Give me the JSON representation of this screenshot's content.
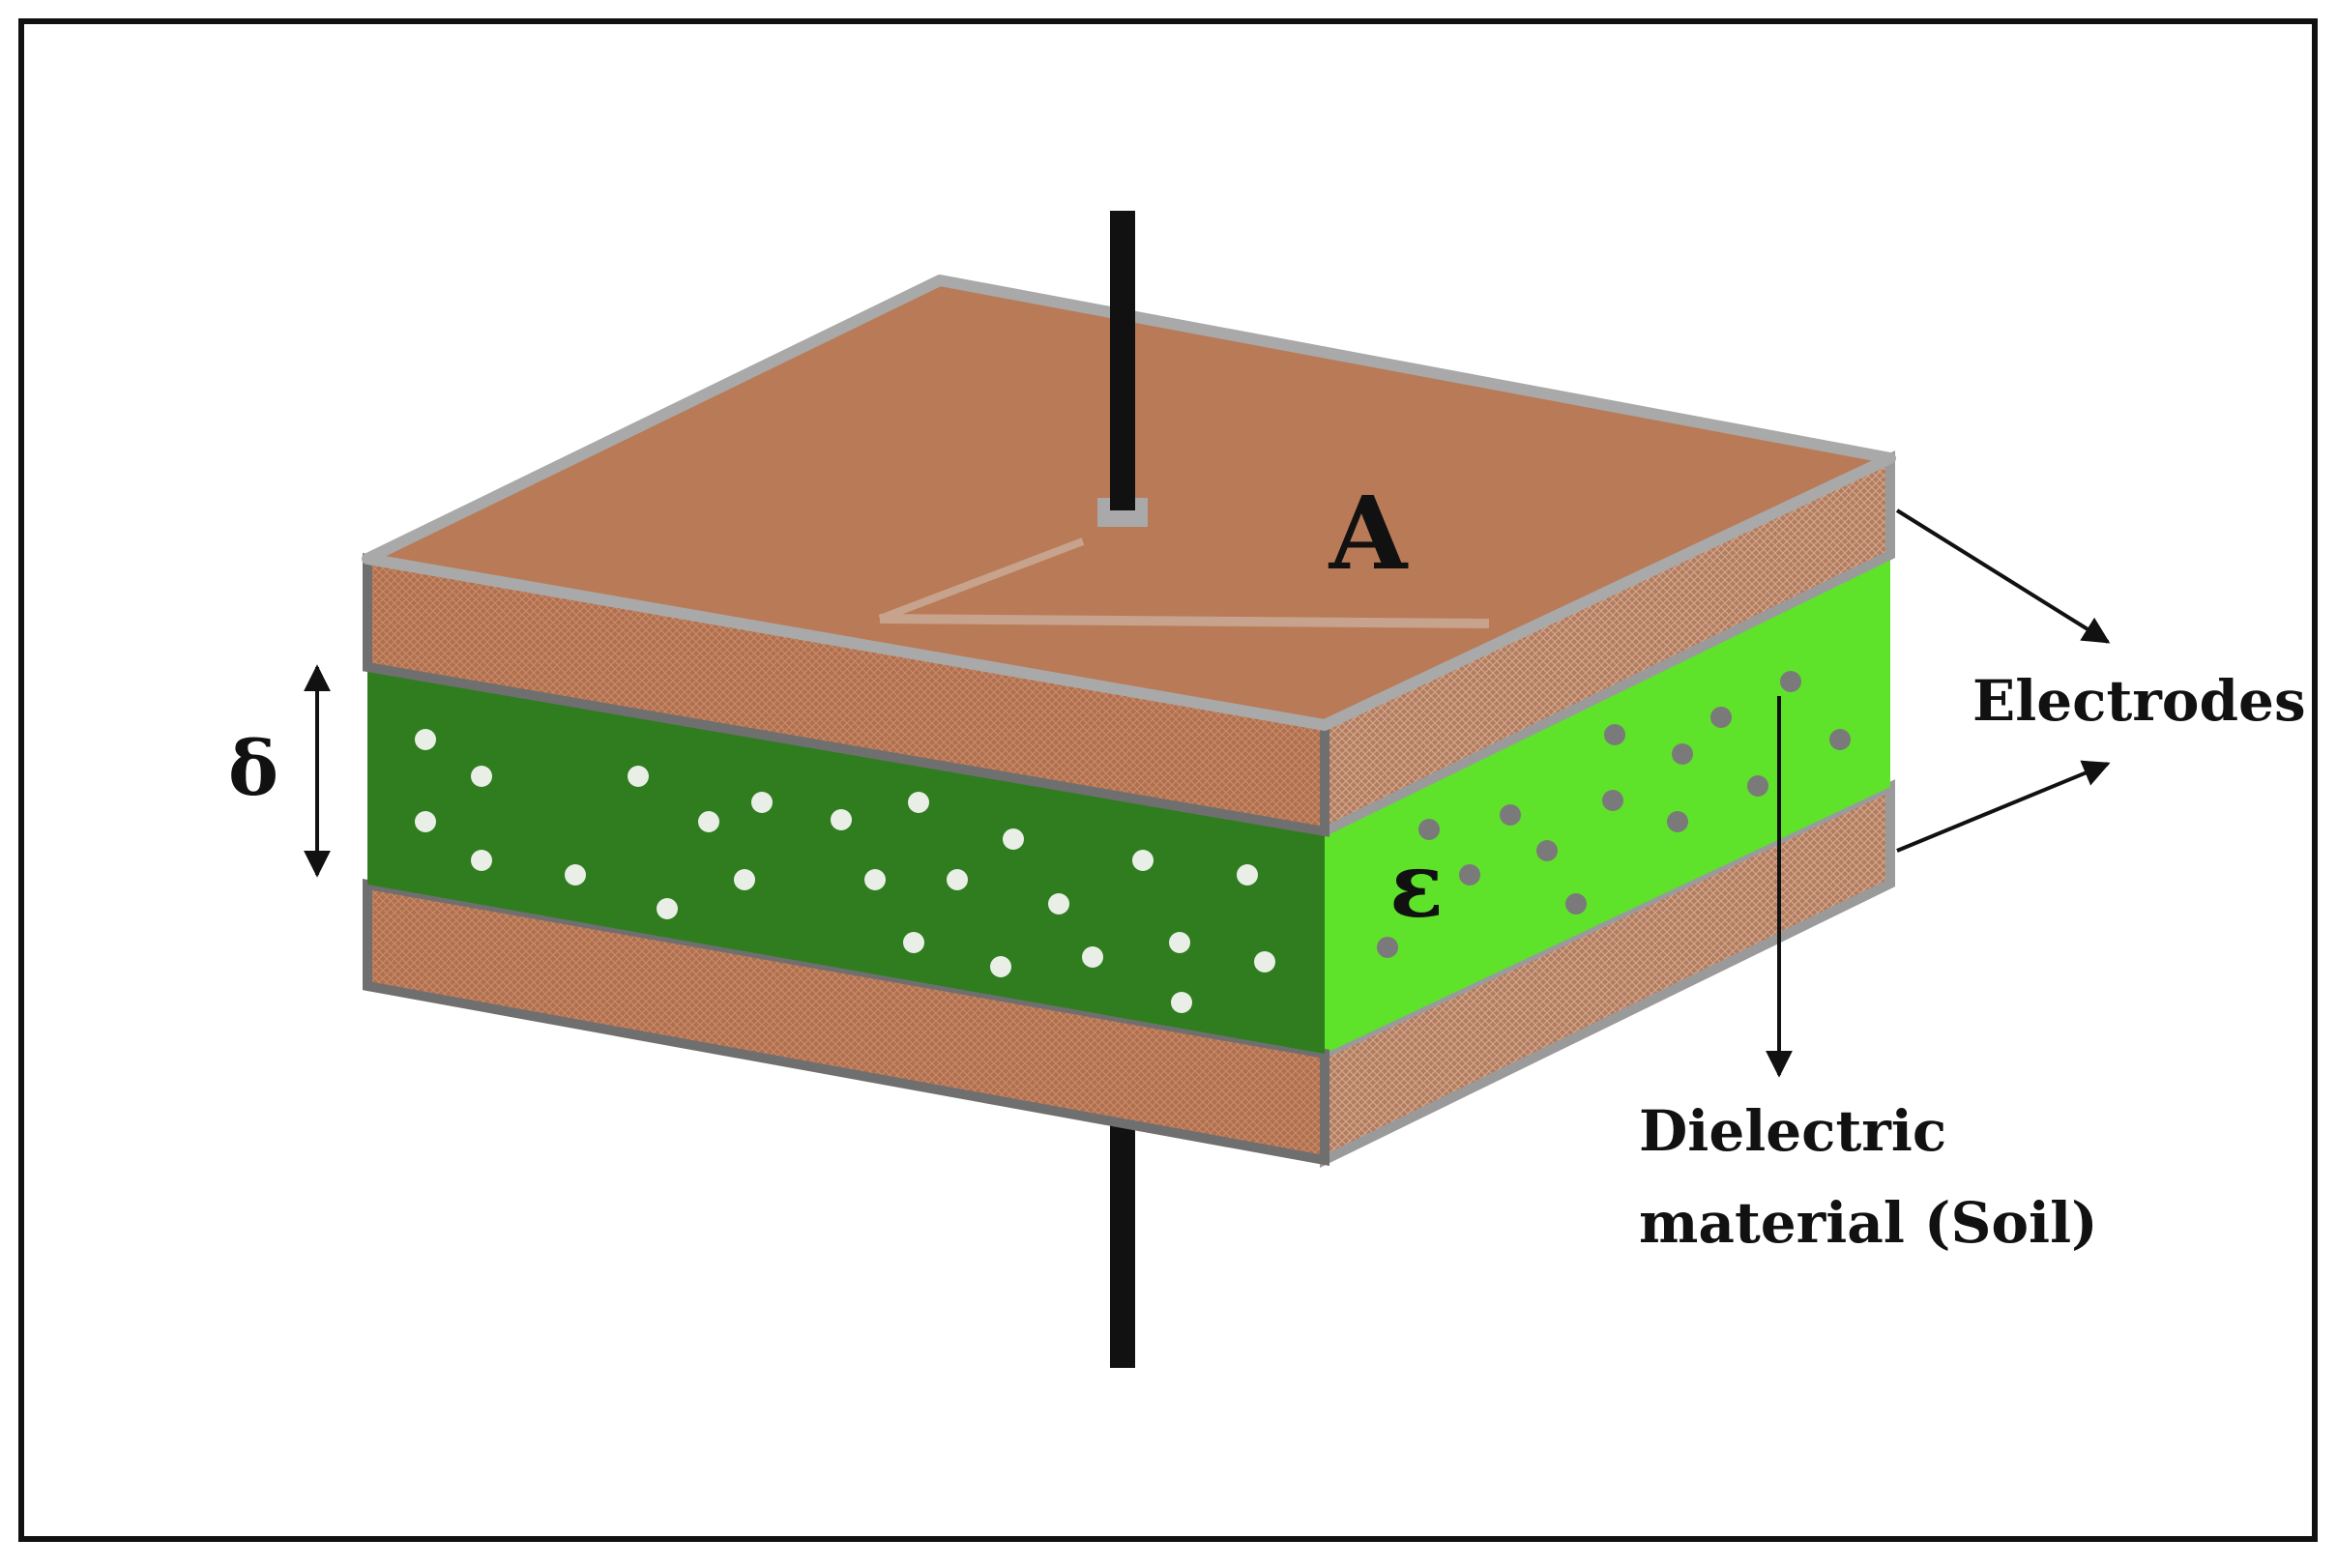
{
  "labels": {
    "area": "A",
    "thickness": "δ",
    "permittivity": "ε",
    "electrodes": "Electrodes",
    "dielectric_line1": "Dielectric",
    "dielectric_line2": "material (Soil)"
  },
  "colors": {
    "frame": "#111111",
    "electrode": "#b97a57",
    "electrode_side": "#a86b4b",
    "electrode_edge": "#a9a9a9",
    "dielectric_front": "#2f7d1f",
    "dielectric_side": "#5fe22a",
    "particle_front": "#e9efe6",
    "particle_side": "#7a7a7a",
    "lead": "#111111"
  }
}
